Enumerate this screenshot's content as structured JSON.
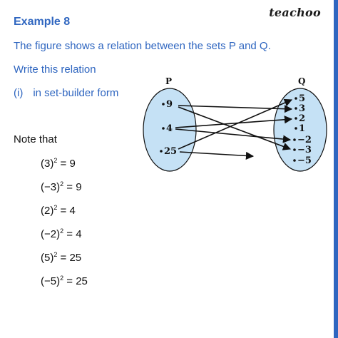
{
  "brand": {
    "name": "teachoo"
  },
  "example": {
    "title": "Example 8"
  },
  "question": {
    "line1": "The figure shows a relation between the sets P and Q.",
    "line2": "Write this relation",
    "part_num": "(i)",
    "part_text": "in set-builder form"
  },
  "figure": {
    "set_p_label": "P",
    "set_q_label": "Q",
    "p_elements": [
      "9",
      "4",
      "25"
    ],
    "q_elements": [
      "5",
      "3",
      "2",
      "1",
      "−2",
      "−3",
      "−5"
    ]
  },
  "note": {
    "title": "Note that",
    "equations": [
      {
        "base": "(3)",
        "exp": "2",
        "rhs": " = 9"
      },
      {
        "base": "(−3)",
        "exp": "2",
        "rhs": " = 9"
      },
      {
        "base": "(2)",
        "exp": "2",
        "rhs": " = 4"
      },
      {
        "base": "(−2)",
        "exp": "2",
        "rhs": " = 4"
      },
      {
        "base": "(5)",
        "exp": "2",
        "rhs": " = 25"
      },
      {
        "base": "(−5)",
        "exp": "2",
        "rhs": " = 25"
      }
    ]
  },
  "colors": {
    "accent": "#2f66c0",
    "set_fill": "#c5e1f5",
    "text": "#111111"
  }
}
